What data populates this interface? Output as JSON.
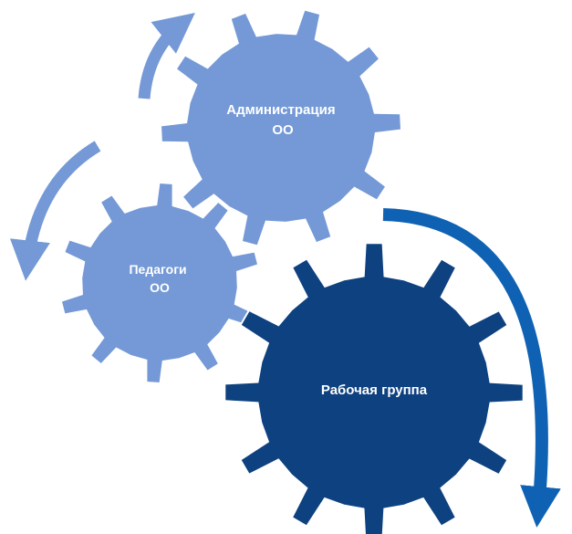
{
  "diagram": {
    "gears": [
      {
        "id": "administration",
        "label_lines": [
          "Администрация",
          "ОО"
        ],
        "color": "#7499D6"
      },
      {
        "id": "teachers",
        "label_lines": [
          "Педагоги",
          "ОО"
        ],
        "color": "#7499D6"
      },
      {
        "id": "workgroup",
        "label_lines": [
          "Рабочая группа"
        ],
        "color": "#0E4180"
      }
    ],
    "arrows": [
      {
        "id": "admin-cycle",
        "color": "#7499D6"
      },
      {
        "id": "teachers-cycle",
        "color": "#7499D6"
      },
      {
        "id": "workgroup-cycle",
        "color": "#0F62B3"
      }
    ]
  }
}
